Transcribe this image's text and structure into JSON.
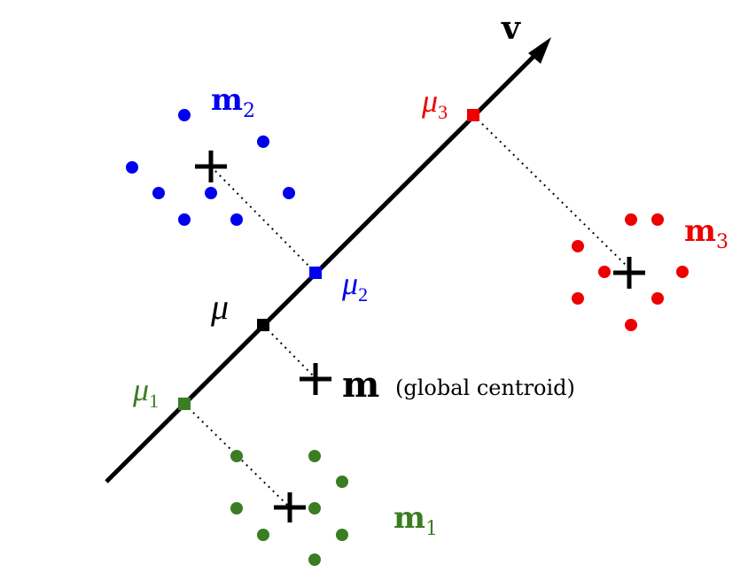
{
  "colors": {
    "axis": "#000000",
    "cluster1": "#3a7d22",
    "cluster2": "#0000ee",
    "cluster3": "#ee0000",
    "projection_line": "#000000"
  },
  "labels": {
    "direction": "v",
    "global_mean_proj": "μ",
    "global_centroid": "m",
    "global_centroid_note": "(global centroid)",
    "cluster1_mean": "m",
    "cluster1_sub": "1",
    "cluster2_mean": "m",
    "cluster2_sub": "2",
    "cluster3_mean": "m",
    "cluster3_sub": "3",
    "mu1": "μ",
    "mu1_sub": "1",
    "mu2": "μ",
    "mu2_sub": "2",
    "mu3": "μ",
    "mu3_sub": "3"
  },
  "clusters": [
    {
      "id": "cluster1",
      "points": 8
    },
    {
      "id": "cluster2",
      "points": 8
    },
    {
      "id": "cluster3",
      "points": 8
    }
  ]
}
